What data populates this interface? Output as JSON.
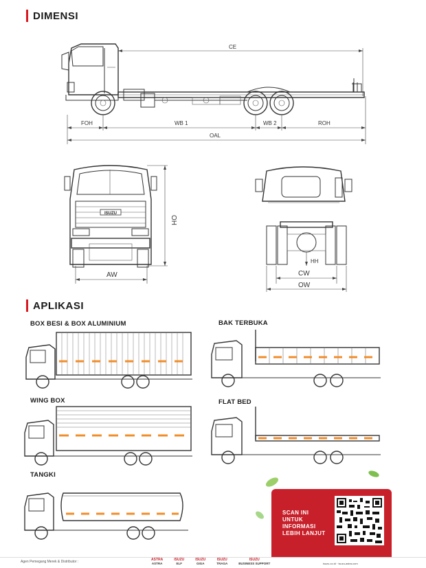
{
  "sections": {
    "dimensi": "DIMENSI",
    "aplikasi": "APLIKASI"
  },
  "dimensions": {
    "ce": "CE",
    "foh": "FOH",
    "wb1": "WB 1",
    "wb2": "WB 2",
    "roh": "ROH",
    "oal": "OAL",
    "oh": "OH",
    "aw": "AW",
    "hh": "HH",
    "cw": "CW",
    "ow": "OW"
  },
  "grille_badge": "ISUZU",
  "applications": [
    "BOX BESI & BOX ALUMINIUM",
    "BAK TERBUKA",
    "WING BOX",
    "FLAT BED",
    "TANGKI"
  ],
  "qr": {
    "line1": "SCAN INI",
    "line2": "UNTUK",
    "line3": "INFORMASI",
    "line4": "LEBIH LANJUT"
  },
  "footer": {
    "distributor": "Agen Pemegang Merek & Distributor :",
    "brands": [
      "ASTRA",
      "ISUZU",
      "ISUZU",
      "ISUZU",
      "ISUZU"
    ],
    "brand_subs": [
      "ASTRA",
      "ELF",
      "GIGA",
      "TRAGA",
      "BUSINESS SUPPORT"
    ],
    "socials": "isuzu.co.id  ·  isuzu-astra.com"
  },
  "colors": {
    "accent": "#d71920",
    "stripe": "#f28c28"
  }
}
